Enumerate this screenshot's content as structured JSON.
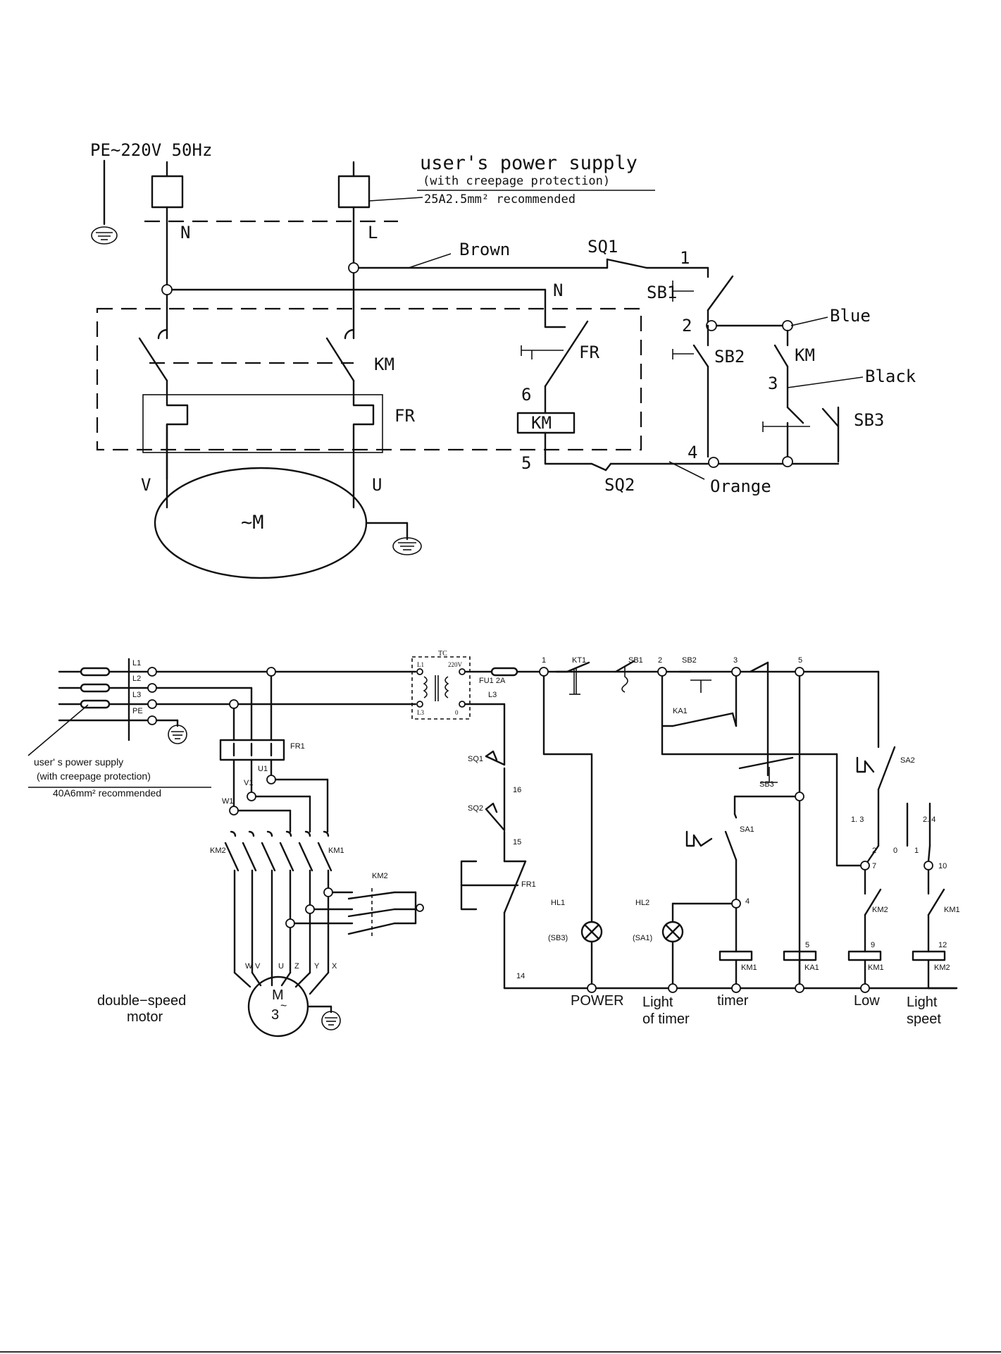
{
  "top": {
    "pe_label": "PE~220V 50Hz",
    "supply_title": "user's power supply",
    "supply_note": "(with creepage protection)",
    "supply_rec": "25A2.5mm² recommended",
    "N": "N",
    "L": "L",
    "N2": "N",
    "brown": "Brown",
    "SQ1": "SQ1",
    "n1": "1",
    "SB1": "SB1",
    "n2": "2",
    "blue": "Blue",
    "KM_contact": "KM",
    "SB2": "SB2",
    "n3": "3",
    "black": "Black",
    "SB3": "SB3",
    "n4": "4",
    "KM_main": "KM",
    "FR_main": "FR",
    "FR_ctrl": "FR",
    "n6": "6",
    "KM_coil": "KM",
    "n5": "5",
    "SQ2": "SQ2",
    "orange": "Orange",
    "V": "V",
    "U": "U",
    "motor": "~M"
  },
  "bottom": {
    "L1": "L1",
    "L2": "L2",
    "L3": "L3",
    "PE": "PE",
    "supply_title": "user' s  power  supply",
    "supply_note": "(with  creepage  protection)",
    "supply_rec": "40A6mm²  recommended",
    "FR1": "FR1",
    "U1": "U1",
    "V1": "V1",
    "W1": "W1",
    "KM2_left": "KM2",
    "KM1_left": "KM1",
    "KM2_mid": "KM2",
    "term_W": "W",
    "term_V": "V",
    "term_U": "U",
    "term_Z": "Z",
    "term_Y": "Y",
    "term_X": "X",
    "motor_M": "M",
    "motor_3": "3",
    "motor_tilde": "~",
    "motor_caption_1": "double−speed",
    "motor_caption_2": "motor",
    "TC": "TC",
    "TC_L1": "L1",
    "TC_220": "220V",
    "TC_L3": "L3",
    "TC_0": "0",
    "FU1": "FU1  2A",
    "L3_ctrl": "L3",
    "SQ1": "SQ1",
    "n16": "16",
    "SQ2": "SQ2",
    "n15": "15",
    "FR1_ctrl": "FR1",
    "n14": "14",
    "n1": "1",
    "KT1": "KT1",
    "SB1": "SB1",
    "n2": "2",
    "SB2": "SB2",
    "n3": "3",
    "n5": "5",
    "KA1_contact": "KA1",
    "SB3": "SB3",
    "SA2": "SA2",
    "SA1": "SA1",
    "sw_13": "1. 3",
    "sw_0": "0",
    "sw_24": "2. 4",
    "sw_2": "2",
    "sw_1": "1",
    "n7": "7",
    "n10": "10",
    "KM2_c": "KM2",
    "KM1_c": "KM1",
    "n4": "4",
    "n5b": "5",
    "n9": "9",
    "n12": "12",
    "HL1": "HL1",
    "HL1_sub": "(SB3)",
    "HL2": "HL2",
    "HL2_sub": "(SA1)",
    "coil_KM1": "KM1",
    "coil_KA1": "KA1",
    "coil_KM1b": "KM1",
    "coil_KM2": "KM2",
    "cap_power": "POWER",
    "cap_light_timer_1": "Light",
    "cap_light_timer_2": "of  timer",
    "cap_timer": "timer",
    "cap_low": "Low",
    "cap_light_speed_1": "Light",
    "cap_light_speed_2": "speet"
  }
}
